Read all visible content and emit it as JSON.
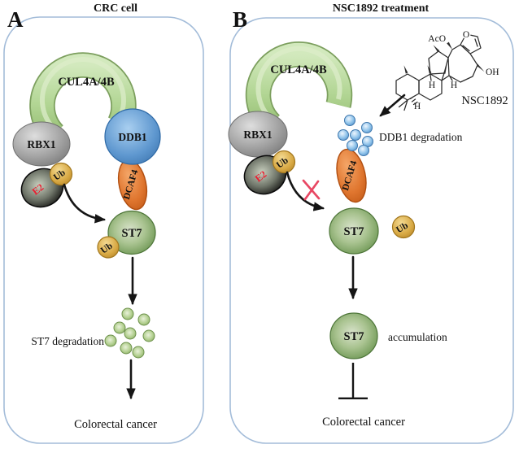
{
  "panel_a": {
    "label": "A",
    "title": "CRC cell",
    "cul4": "CUL4A/4B",
    "rbx1": "RBX1",
    "ddb1": "DDB1",
    "dcaf4": "DCAF4",
    "e2": "E2",
    "ub_on_e2": "Ub",
    "st7": "ST7",
    "ub_on_st7": "Ub",
    "degradation_label": "ST7 degradation",
    "outcome": "Colorectal cancer"
  },
  "panel_b": {
    "label": "B",
    "title": "NSC1892 treatment",
    "cul4": "CUL4A/4B",
    "rbx1": "RBX1",
    "dcaf4": "DCAF4",
    "e2": "E2",
    "ub_on_e2": "Ub",
    "st7": "ST7",
    "ub_free": "Ub",
    "st7_accumulated": "ST7",
    "ddb1_degradation_label": "DDB1 degradation",
    "accumulation_label": "accumulation",
    "outcome": "Colorectal cancer",
    "compound": {
      "name": "NSC1892",
      "aco": "AcO",
      "furan_o": "O",
      "oh": "OH",
      "h": "H"
    }
  },
  "colors": {
    "panel_border": "#a3bcd9",
    "arch_green": "#b7d89c",
    "ddb1_blue": "#5e97cf",
    "dcaf4_orange": "#e0762f",
    "ub_gold": "#d8a944",
    "st7_green": "#6b9551",
    "rbx1_gray": "#9a9a9a",
    "e2_black": "#141414",
    "e2_text_red": "#ed1b2f",
    "block_x_red": "#e84763",
    "arrow_black": "#151515",
    "ddb1_dot_blue": "#8fc3ea",
    "st7_dot_green": "#a5c583"
  }
}
